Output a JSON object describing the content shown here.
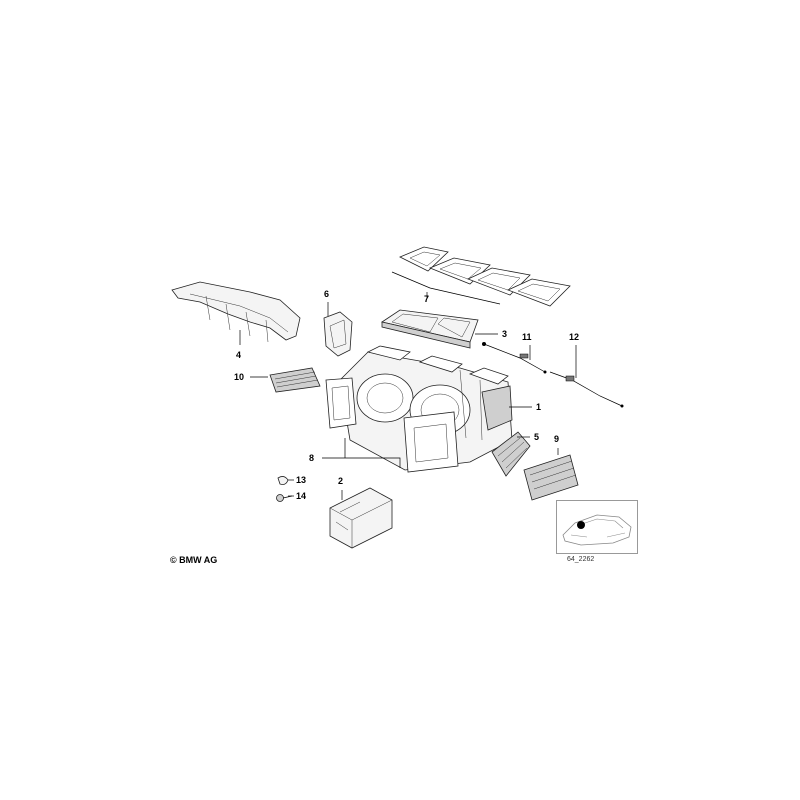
{
  "callouts": {
    "c1": "1",
    "c2": "2",
    "c3": "3",
    "c4": "4",
    "c5": "5",
    "c6": "6",
    "c7": "7",
    "c8": "8",
    "c9": "9",
    "c10": "10",
    "c11": "11",
    "c12": "12",
    "c13": "13",
    "c14": "14"
  },
  "copyright": "© BMW AG",
  "reference_code": "64_2262"
}
